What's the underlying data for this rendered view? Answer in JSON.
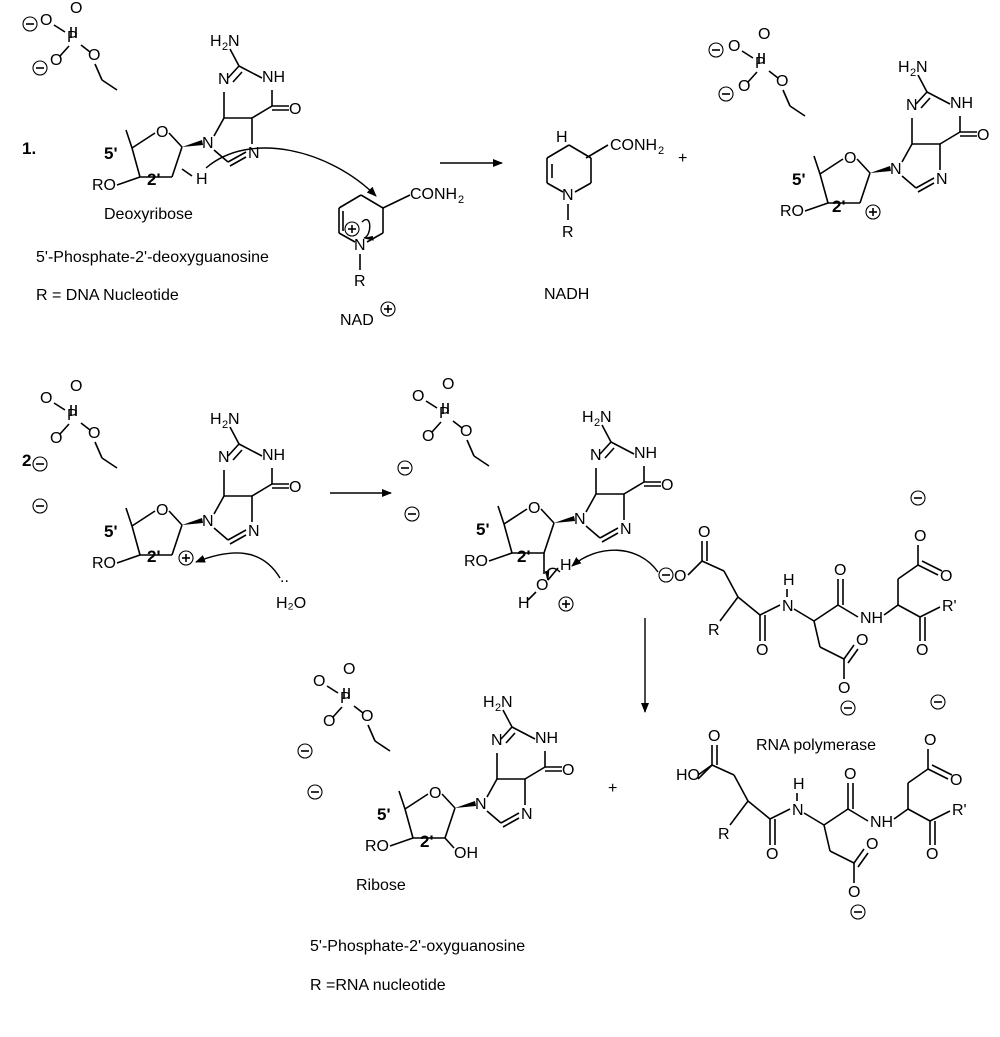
{
  "step1": {
    "number": "1.",
    "reactant_sugar": "Deoxyribose",
    "reactant_name": "5'-Phosphate-2'-deoxyguanosine",
    "reactant_r": "R = DNA Nucleotide",
    "oxidant": "NAD",
    "product_reduced": "NADH",
    "plus": "+"
  },
  "step2": {
    "number": "2.",
    "nucleophile": "H₂O",
    "enzyme": "RNA polymerase",
    "product_sugar": "Ribose",
    "product_name": "5'-Phosphate-2'-oxyguanosine",
    "product_r": "R =RNA nucleotide",
    "plus": "+"
  },
  "atoms": {
    "o": "O",
    "p": "P",
    "n": "N",
    "nh": "NH",
    "h2n": "H₂N",
    "h": "H",
    "ro": "RO",
    "oh": "OH",
    "ho": "HO",
    "r": "R",
    "rprime": "R'",
    "conh2": "CONH₂",
    "pos5": "5'",
    "pos2": "2'"
  }
}
